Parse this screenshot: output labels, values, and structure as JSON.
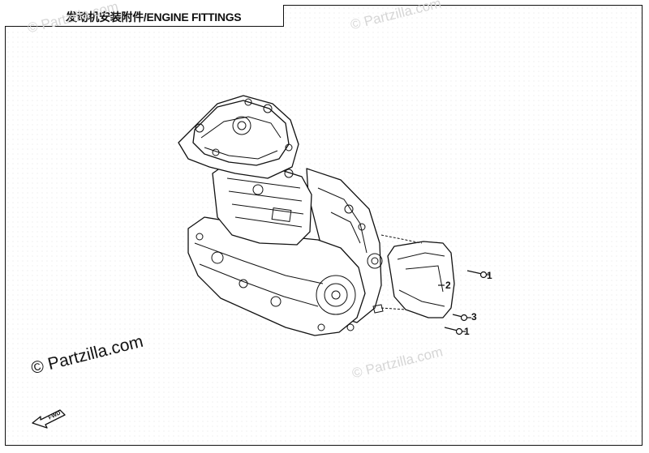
{
  "title": "发动机安装附件/ENGINE FITTINGS",
  "watermarks": {
    "small": "© Partzilla.com",
    "main": "© Partzilla.com"
  },
  "callouts": [
    {
      "id": "callout-1a",
      "label": "1"
    },
    {
      "id": "callout-2",
      "label": "2"
    },
    {
      "id": "callout-3",
      "label": "3"
    },
    {
      "id": "callout-1b",
      "label": "1"
    }
  ],
  "logo_text": "FWD",
  "colors": {
    "line": "#111111",
    "watermark": "#d6d6d6",
    "grid_dot": "#e4e4e4"
  }
}
